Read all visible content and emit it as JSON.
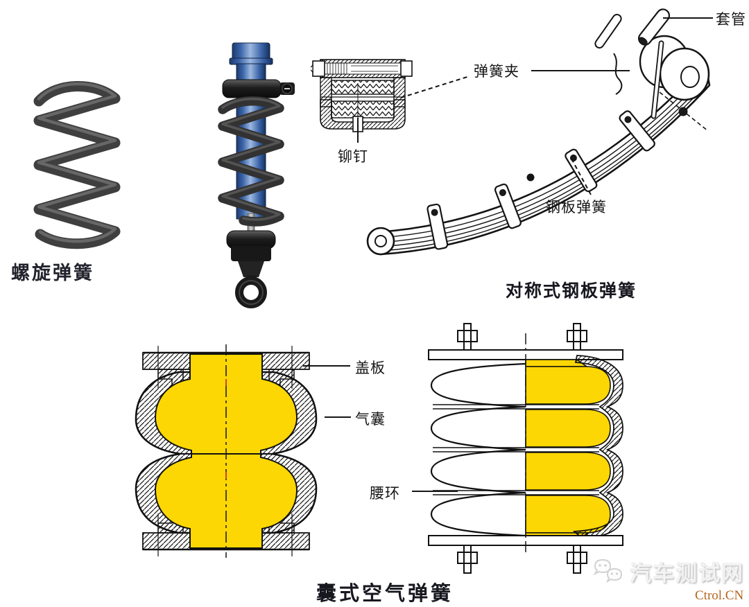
{
  "illustration": {
    "titles": {
      "coil_spring": "螺旋弹簧",
      "leaf_spring": "对称式钢板弹簧",
      "air_spring": "囊式空气弹簧"
    },
    "callouts": {
      "sleeve": "套管",
      "spring_clip": "弹簧夹",
      "rivet": "铆钉",
      "leaf_spring": "钢板弹簧",
      "cover_plate": "盖板",
      "air_bag": "气囊",
      "waist_ring": "腰环"
    }
  },
  "watermark": {
    "icon": "wechat-icon",
    "brand": "汽车测试网",
    "domain": "Ctrol.CN"
  },
  "colors": {
    "background": "#ffffff",
    "ink": "#151515",
    "airbag_yellow": "#FCD703",
    "shock_blue": "#3f6cb4",
    "spring_dark": "#3a3a3a",
    "watermark_domain": "#b4651f"
  }
}
